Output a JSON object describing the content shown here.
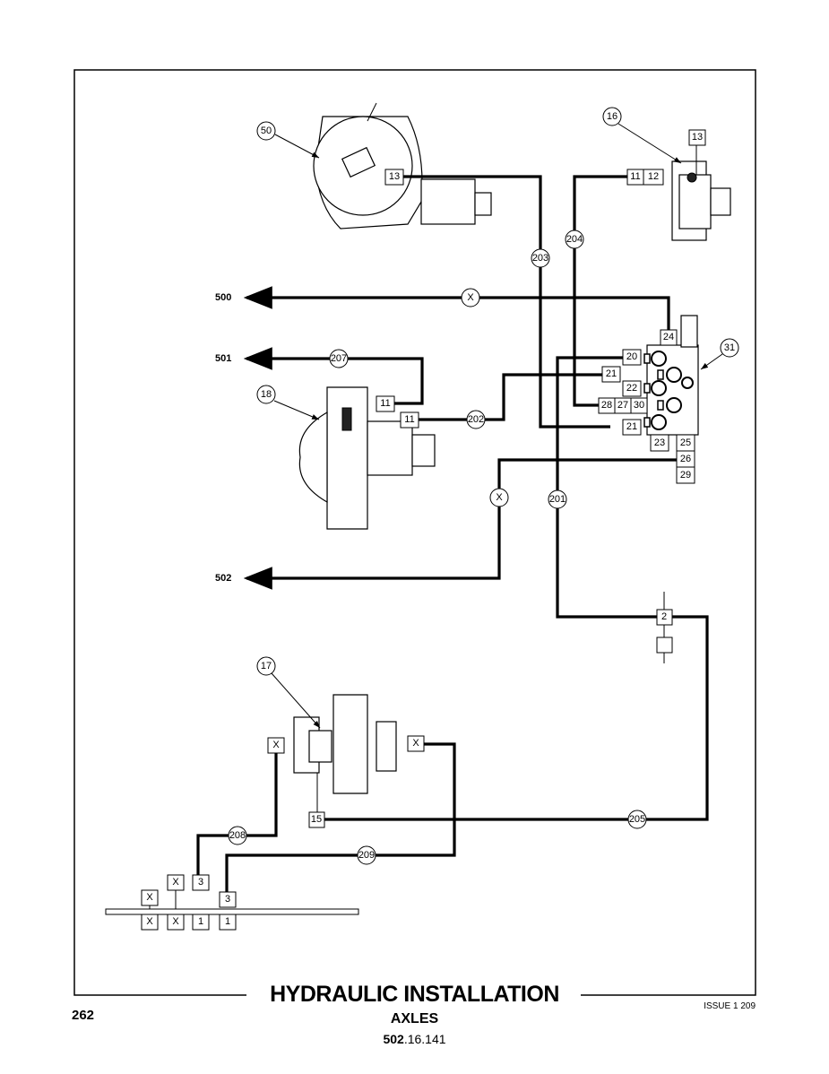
{
  "footer": {
    "title": "HYDRAULIC INSTALLATION",
    "subtitle": "AXLES",
    "code_bold": "502",
    "code_rest": ".16.141",
    "page_number": "262",
    "issue": "ISSUE 1 209"
  },
  "outlets": {
    "o500": "500",
    "o501": "501",
    "o502": "502"
  },
  "callouts": {
    "c50": "50",
    "c16": "16",
    "c31": "31",
    "c18": "18",
    "c17": "17"
  },
  "hoses": {
    "h201": "201",
    "h202": "202",
    "h203": "203",
    "h204": "204",
    "h205": "205",
    "h207": "207",
    "h208": "208",
    "h209": "209",
    "x": "X"
  },
  "ports": {
    "p13a": "13",
    "p11": "11",
    "p12": "12",
    "p13b": "13",
    "p24": "24",
    "p20": "20",
    "p21a": "21",
    "p22": "22",
    "p28": "28",
    "p27": "27",
    "p30": "30",
    "p21b": "21",
    "p23": "23",
    "p25": "25",
    "p26": "26",
    "p29": "29",
    "p11a": "11",
    "p11b": "11",
    "p2": "2",
    "p15": "15",
    "px1": "X",
    "px2": "X",
    "c_x1": "X",
    "c_x2": "X",
    "c_3a": "3",
    "c_3b": "3",
    "c_x3": "X",
    "c_x4": "X",
    "c_1a": "1",
    "c_1b": "1"
  }
}
